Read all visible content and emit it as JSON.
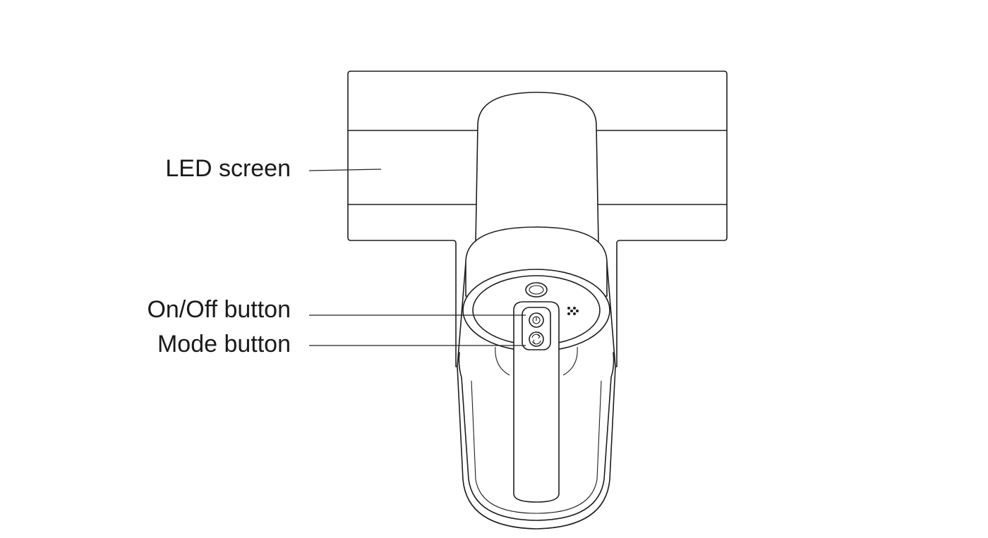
{
  "labels": {
    "led_screen": "LED screen",
    "on_off_button": "On/Off button",
    "mode_button": "Mode button"
  },
  "icons": {
    "power": "power-icon",
    "mode": "mode-cycle-icon",
    "indicator": "led-dots-icon"
  },
  "colors": {
    "line": "#1e1e1e",
    "background": "#ffffff",
    "text": "#1a1a1a"
  }
}
